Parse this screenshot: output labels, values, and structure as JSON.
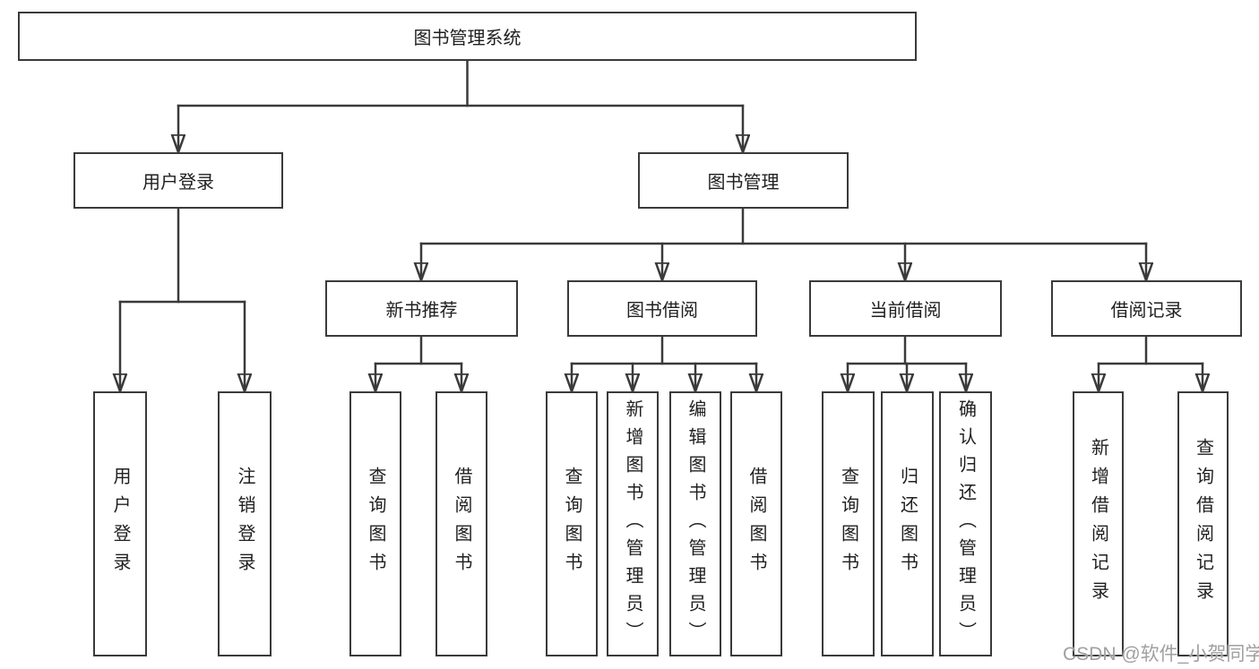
{
  "diagram": {
    "tree": {
      "root": {
        "label": "图书管理系统",
        "children": [
          {
            "label": "用户登录",
            "children": [
              {
                "label": "用户登录"
              },
              {
                "label": "注销登录"
              }
            ]
          },
          {
            "label": "图书管理",
            "children": [
              {
                "label": "新书推荐",
                "children": [
                  {
                    "label": "查询图书"
                  },
                  {
                    "label": "借阅图书"
                  }
                ]
              },
              {
                "label": "图书借阅",
                "children": [
                  {
                    "label": "查询图书"
                  },
                  {
                    "label": "新增图书（管理员）"
                  },
                  {
                    "label": "编辑图书（管理员）"
                  },
                  {
                    "label": "借阅图书"
                  }
                ]
              },
              {
                "label": "当前借阅",
                "children": [
                  {
                    "label": "查询图书"
                  },
                  {
                    "label": "归还图书"
                  },
                  {
                    "label": "确认归还（管理员）"
                  }
                ]
              },
              {
                "label": "借阅记录",
                "children": [
                  {
                    "label": "新增借阅记录"
                  },
                  {
                    "label": "查询借阅记录"
                  }
                ]
              }
            ]
          }
        ]
      }
    },
    "colors": {
      "line": "#3a3a3a",
      "box_border": "#3a3a3a",
      "text": "#1f1f1f",
      "watermark": "#a0a0a0",
      "background": "#ffffff"
    }
  },
  "watermark": {
    "text": "CSDN @软件_小贺同学"
  }
}
